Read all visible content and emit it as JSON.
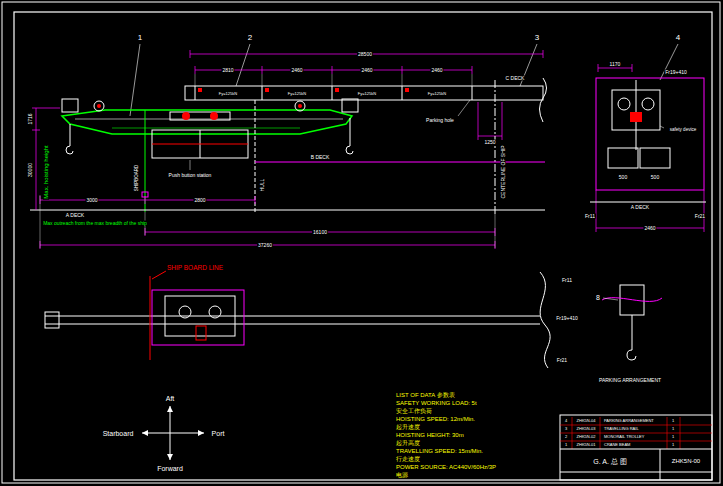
{
  "diagram": {
    "labels": [
      "1",
      "2",
      "3",
      "4",
      "28500",
      "2810",
      "2460",
      "2460",
      "2460",
      "C DECK",
      "Fy=125kN",
      "Fy=125kN",
      "Fy=125kN",
      "Fy=125kN",
      "Parking hole",
      "1250",
      "1716",
      "B DECK",
      "Push button station",
      "SHIPBOARD",
      "HULL",
      "CENTERLINE OF SHIP",
      "Max. hoisting height",
      "30000",
      "3000",
      "2800",
      "A DECK",
      "Max outreach from the max breadth of the ship",
      "16100",
      "37260",
      "1170",
      "Fr19+410",
      "safety device",
      "500",
      "500",
      "A DECK",
      "Fr11",
      "Fr21",
      "2460",
      "SHIP BOARD LINE",
      "Fr11",
      "Fr19+410",
      "Fr21",
      "8",
      "PARKING ARRANGEMENT",
      "Aft",
      "Starboard",
      "Port",
      "Forward",
      "LIST OF DATA 参数表",
      "SAFETY WORKING LOAD: 5t",
      "安全工作负荷",
      "HOISTING SPEED: 12m/Min.",
      "起升速度",
      "HOISTING HEIGHT: 30m",
      "起升高度",
      "TRAVELLING SPEED: 15m/Min.",
      "行走速度",
      "POWER SOURCE: AC440V/60Hz/3P",
      "电源",
      "4",
      "ZHK5N-04",
      "PARKING ARRANGEMENT",
      "1",
      "3",
      "ZHK5N-03",
      "TRAVELLING RAIL",
      "1",
      "2",
      "ZHK5N-02",
      "MONORAIL TROLLEY",
      "1",
      "1",
      "ZHK5N-01",
      "CRANE BEAM",
      "1",
      "G. A. 总 图",
      "ZHK5N-00"
    ]
  }
}
